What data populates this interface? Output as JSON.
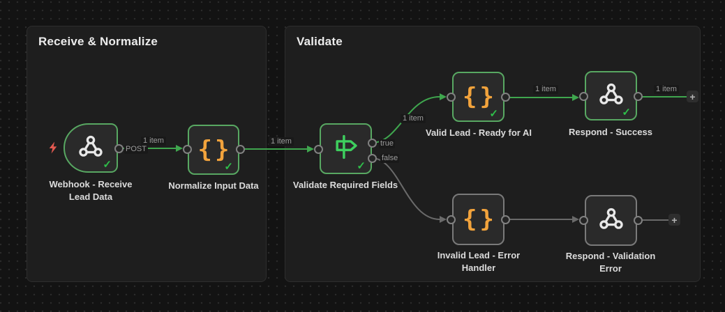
{
  "groups": [
    {
      "title": "Receive & Normalize"
    },
    {
      "title": "Validate"
    }
  ],
  "nodes": [
    {
      "label": "Webhook - Receive Lead Data",
      "icon": "webhook-icon",
      "status": "success",
      "output_label": "POST"
    },
    {
      "label": "Normalize Input Data",
      "icon": "code-icon",
      "status": "success"
    },
    {
      "label": "Validate Required Fields",
      "icon": "if-icon",
      "status": "success",
      "outputs": [
        "true",
        "false"
      ]
    },
    {
      "label": "Valid Lead - Ready for AI",
      "icon": "code-icon",
      "status": "success"
    },
    {
      "label": "Respond - Success",
      "icon": "respond-webhook-icon",
      "status": "success"
    },
    {
      "label": "Invalid Lead - Error Handler",
      "icon": "code-icon",
      "status": "idle"
    },
    {
      "label": "Respond - Validation Error",
      "icon": "respond-webhook-icon",
      "status": "idle"
    }
  ],
  "connection_labels": {
    "webhook_method": "POST",
    "webhook_to_normalize": "1 item",
    "normalize_to_validate": "1 item",
    "true_branch": "1 item",
    "valid_to_respond": "1 item",
    "respond_to_end": "1 item",
    "port_true": "true",
    "port_false": "false"
  },
  "glyphs": {
    "check": "✓",
    "plus": "+",
    "code_braces": "{}"
  },
  "colors": {
    "canvas_bg": "#131313",
    "group_bg": "#1e1e1e",
    "node_success_border": "#58a862",
    "executed_line_green": "#3fa64e",
    "check_green": "#2fbf4a",
    "if_icon_green": "#3ecf5e",
    "code_orange": "#f2a33c",
    "trigger_bolt_red": "#e25950",
    "inactive_gray": "#7a7a7a"
  }
}
